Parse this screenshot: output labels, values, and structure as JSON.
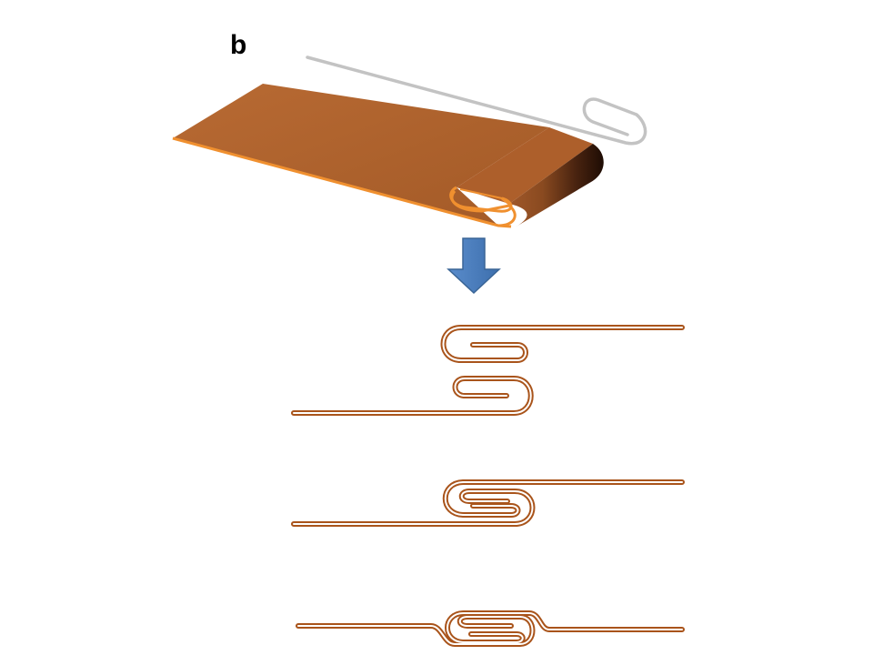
{
  "figure": {
    "panel_label": "b"
  },
  "colors": {
    "background": "#ffffff",
    "sheet_top": "#b0622e",
    "sheet_edge": "#f0902f",
    "sheet_shadow": "#2a1005",
    "strip_outline": "#a9541b",
    "strip_fill": "#ffffff",
    "wire_guide": "#c3c3c3",
    "arrow_fill": "#4f81bd",
    "arrow_stroke": "#3a6596"
  },
  "icons": {
    "arrow": "arrow-down-icon"
  },
  "stages": [
    {
      "name": "separated-hooks"
    },
    {
      "name": "interlocked-hooks"
    },
    {
      "name": "pressed-seam"
    }
  ]
}
